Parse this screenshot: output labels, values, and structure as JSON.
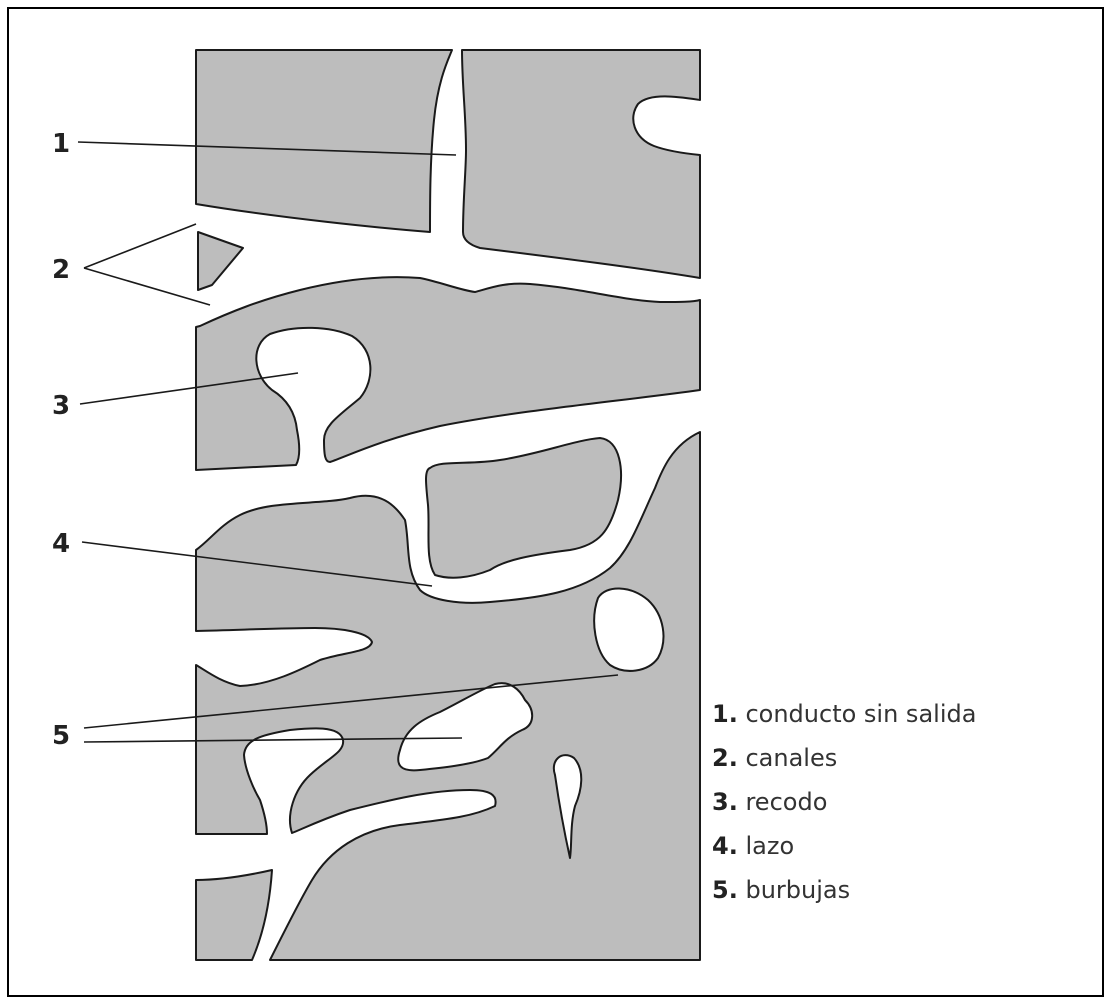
{
  "callouts": [
    "1",
    "2",
    "3",
    "4",
    "5"
  ],
  "legend": [
    {
      "num": "1.",
      "text": "conducto sin salida"
    },
    {
      "num": "2.",
      "text": "canales"
    },
    {
      "num": "3.",
      "text": "recodo"
    },
    {
      "num": "4.",
      "text": "lazo"
    },
    {
      "num": "5.",
      "text": "burbujas"
    }
  ],
  "colors": {
    "fill": "#bdbdbd",
    "outline": "#1a1a1a",
    "background": "#ffffff"
  }
}
